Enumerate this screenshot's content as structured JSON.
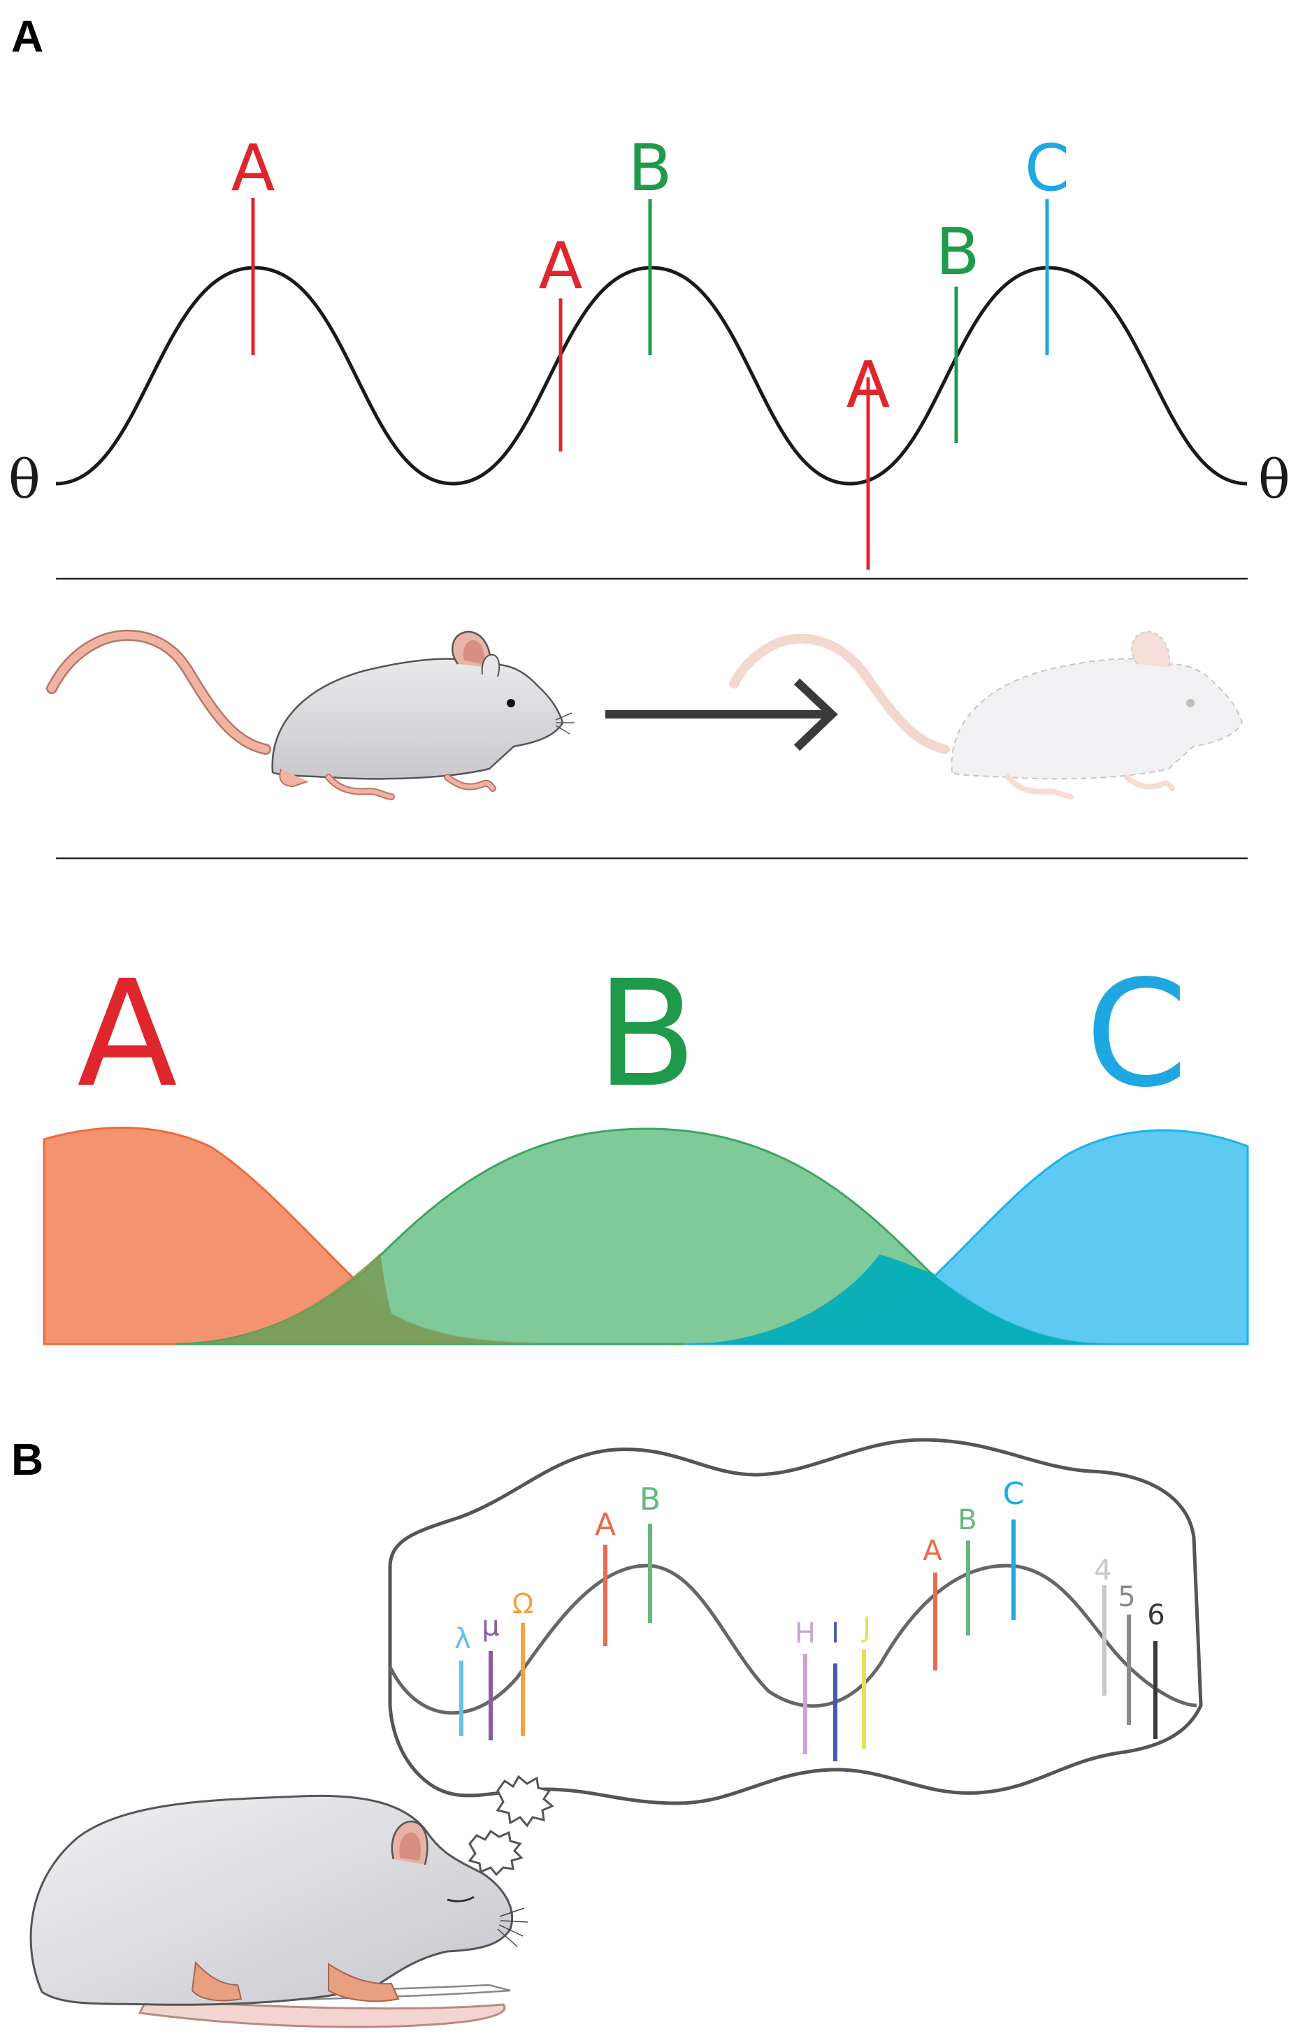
{
  "panel_a": {
    "label": "A",
    "theta_left": "θ",
    "theta_right": "θ",
    "theta_spikes": [
      {
        "label": "A",
        "color": "#e0262d"
      },
      {
        "label": "A",
        "color": "#e0262d"
      },
      {
        "label": "B",
        "color": "#1f9a4a"
      },
      {
        "label": "A",
        "color": "#e0262d"
      },
      {
        "label": "B",
        "color": "#1f9a4a"
      },
      {
        "label": "C",
        "color": "#1ea7e1"
      }
    ],
    "place_fields": [
      {
        "label": "A",
        "color": "#f3875f",
        "stroke": "#ee6a40"
      },
      {
        "label": "B",
        "color": "#6abf87",
        "stroke": "#3aa55e"
      },
      {
        "label": "C",
        "color": "#4cc4f2",
        "stroke": "#19b2ec"
      }
    ],
    "overlap_colors": [
      "#7a9a55",
      "#04aeb8"
    ]
  },
  "panel_b": {
    "label": "B",
    "replay_spikes": [
      {
        "label": "λ",
        "color": "#66c1e8"
      },
      {
        "label": "μ",
        "color": "#8e5aa0"
      },
      {
        "label": "Ω",
        "color": "#f4a23c"
      },
      {
        "label": "A",
        "color": "#ea6b4d"
      },
      {
        "label": "B",
        "color": "#66b780"
      },
      {
        "label": "H",
        "color": "#c5a7cf"
      },
      {
        "label": "I",
        "color": "#4a5aa8"
      },
      {
        "label": "J",
        "color": "#e6e05a"
      },
      {
        "label": "A",
        "color": "#ea6b4d"
      },
      {
        "label": "B",
        "color": "#66b780"
      },
      {
        "label": "C",
        "color": "#21a9e1"
      },
      {
        "label": "4",
        "color": "#c8c8c8"
      },
      {
        "label": "5",
        "color": "#8a8a8a"
      },
      {
        "label": "6",
        "color": "#3a3a3a"
      }
    ]
  }
}
